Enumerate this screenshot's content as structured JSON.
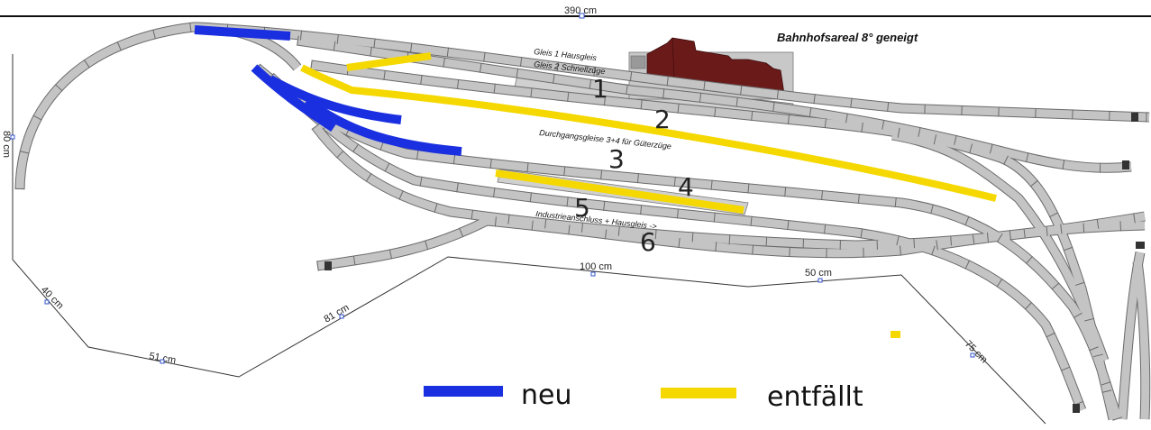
{
  "dimensions": {
    "top": "390 cm",
    "left": "80 cm",
    "d40": "40 cm",
    "d51": "51 cm",
    "d81": "81 cm",
    "d100": "100 cm",
    "d50": "50 cm",
    "d75": "75 cm"
  },
  "title": "Bahnhofsareal 8° geneigt",
  "track_labels": {
    "gleis1": "Gleis 1 Hausgleis",
    "gleis2": "Gleis 2  Schnellzüge",
    "durchgang": "Durchgangsgleise 3+4 für Güterzüge",
    "industrie": "Industrieanschluss + Hausgleis ->"
  },
  "track_numbers": [
    "1",
    "2",
    "3",
    "4",
    "5",
    "6"
  ],
  "legend": {
    "new_label": "neu",
    "removed_label": "entfällt",
    "new_color": "#1a2fe0",
    "removed_color": "#f5d800"
  },
  "colors": {
    "track": "#c4c4c4",
    "track_edge": "#6a6a6a",
    "building": "#6b1a1a"
  }
}
